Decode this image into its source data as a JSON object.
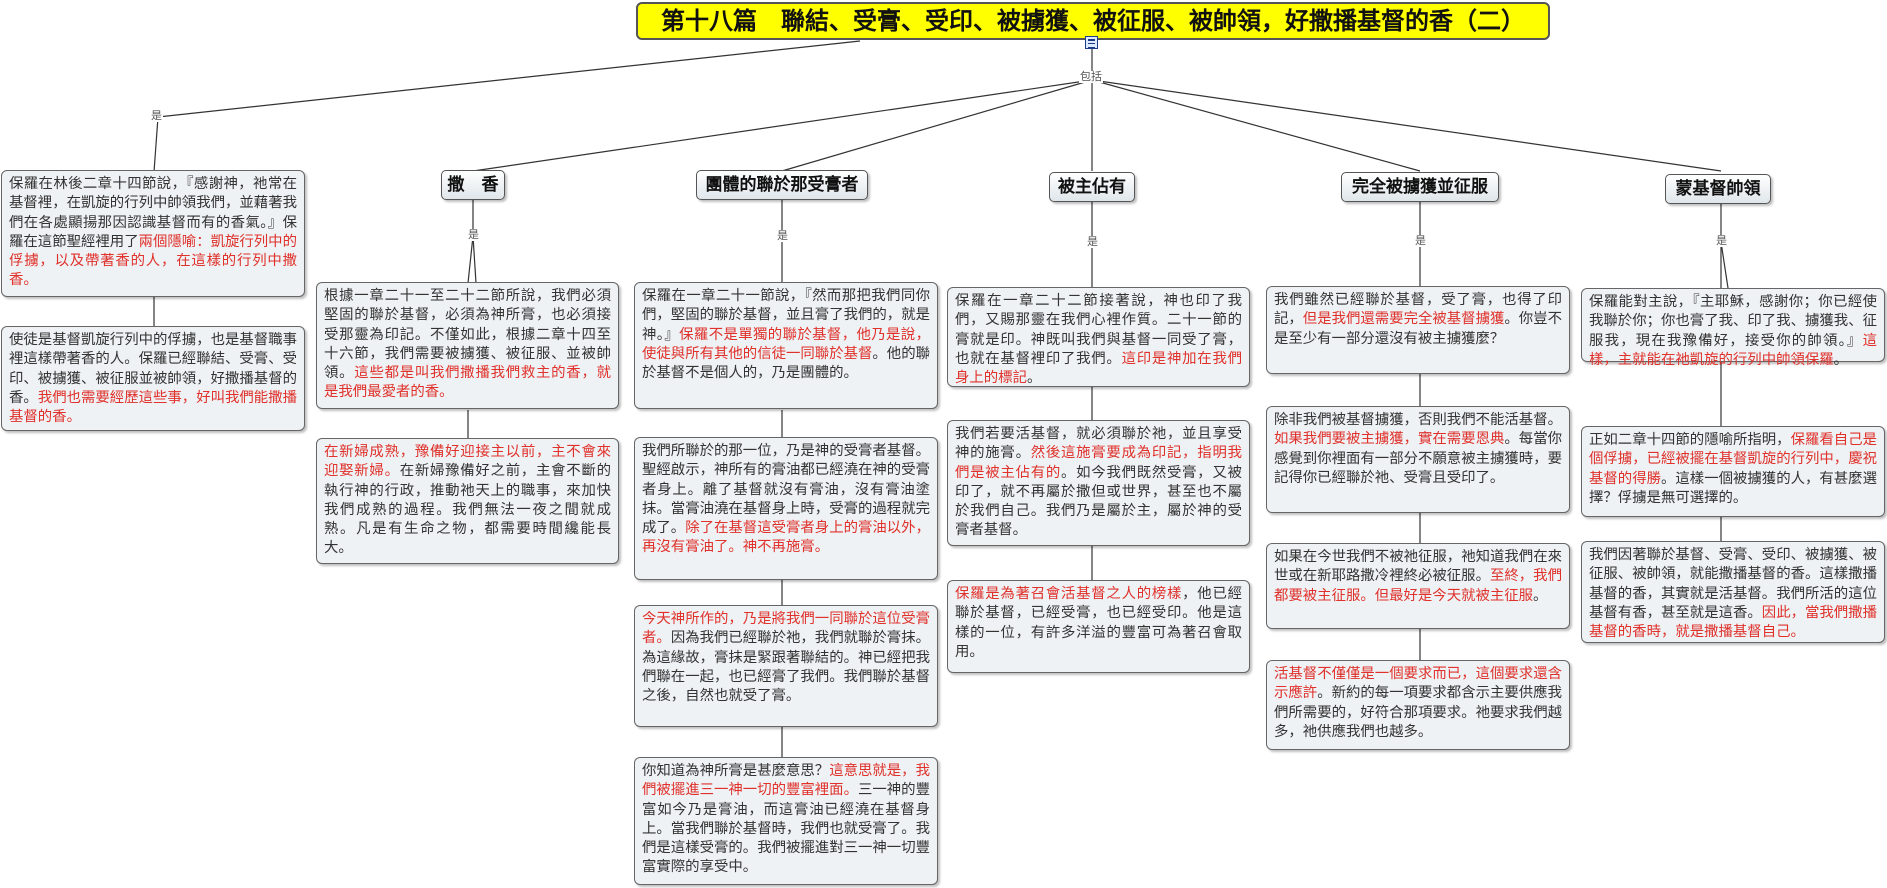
{
  "title": "第十八篇　聯結、受膏、受印、被擄獲、被征服、被帥領，好撒播基督的香（二）",
  "labels": {
    "includes": "包括",
    "is": "是"
  },
  "categories": [
    "撒　香",
    "團體的聯於那受膏者",
    "被主佔有",
    "完全被擄獲並征服",
    "蒙基督帥領"
  ],
  "col0": [
    [
      {
        "t": "保羅在林後二章十四節說，『感謝神，祂常在基督裡，在凱旋的行列中帥領我們，並藉著我們在各處顯揚那因認識基督而有的香氣。』保羅在這節聖經裡用了"
      },
      {
        "t": "兩個隱喻：凱旋行列中的俘擄，以及帶著香的人，在這樣的行列中撒香。",
        "r": true
      }
    ],
    [
      {
        "t": "使徒是基督凱旋行列中的俘擄，也是基督職事裡這樣帶著香的人。保羅已經聯結、受膏、受印、被擄獲、被征服並被帥領，好撒播基督的香。"
      },
      {
        "t": "我們也需要經歷這些事，好叫我們能撒播基督的香。",
        "r": true
      }
    ]
  ],
  "col1": [
    [
      {
        "t": "根據一章二十一至二十二節所說，我們必須堅固的聯於基督，必須為神所膏，也必須接受那靈為印記。不僅如此，根據二章十四至十六節，我們需要被擄獲、被征服、並被帥領。"
      },
      {
        "t": "這些都是叫我們撒播我們救主的香，就是我們最愛者的香。",
        "r": true
      }
    ],
    [
      {
        "t": "在新婦成熟，豫備好迎接主以前，主不會來迎娶新婦。",
        "r": true
      },
      {
        "t": "在新婦豫備好之前，主會不斷的執行神的行政，推動祂天上的職事，來加快我們成熟的過程。我們無法一夜之間就成熟。凡是有生命之物，都需要時間纔能長大。"
      }
    ]
  ],
  "col2": [
    [
      {
        "t": "保羅在一章二十一節說，『然而那把我們同你們，堅固的聯於基督，並且膏了我們的，就是神。』"
      },
      {
        "t": "保羅不是單獨的聯於基督，他乃是說，使徒與所有其他的信徒一同聯於基督",
        "r": true
      },
      {
        "t": "。他的聯於基督不是個人的，乃是團體的。"
      }
    ],
    [
      {
        "t": "我們所聯於的那一位，乃是神的受膏者基督。聖經啟示，神所有的膏油都已經澆在神的受膏者身上。離了基督就沒有膏油，沒有膏油塗抹。當膏油澆在基督身上時，受膏的過程就完成了。"
      },
      {
        "t": "除了在基督這受膏者身上的膏油以外，再沒有膏油了。神不再施膏。",
        "r": true
      }
    ],
    [
      {
        "t": "今天神所作的，乃是將我們一同聯於這位受膏者。",
        "r": true
      },
      {
        "t": "因為我們已經聯於祂，我們就聯於膏抹。為這緣故，膏抹是緊跟著聯結的。神已經把我們聯在一起，也已經膏了我們。我們聯於基督之後，自然也就受了膏。"
      }
    ],
    [
      {
        "t": "你知道為神所膏是甚麼意思？"
      },
      {
        "t": "這意思就是，我們被擺進三一神一切的豐富裡面。",
        "r": true
      },
      {
        "t": "三一神的豐富如今乃是膏油，而這膏油已經澆在基督身上。當我們聯於基督時，我們也就受膏了。我們是這樣受膏的。我們被擺進對三一神一切豐富實際的享受中。"
      }
    ]
  ],
  "col3": [
    [
      {
        "t": "保羅在一章二十二節接著說，神也印了我們，又賜那靈在我們心裡作質。二十一節的膏就是印。神既叫我們與基督一同受了膏，也就在基督裡印了我們。"
      },
      {
        "t": "這印是神加在我們身上的標記",
        "r": true
      },
      {
        "t": "。"
      }
    ],
    [
      {
        "t": "我們若要活基督，就必須聯於祂，並且享受神的施膏。"
      },
      {
        "t": "然後這施膏要成為印記，指明我們是被主佔有的",
        "r": true
      },
      {
        "t": "。如今我們既然受膏，又被印了，就不再屬於撒但或世界，甚至也不屬於我們自己。我們乃是屬於主，屬於神的受膏者基督。"
      }
    ],
    [
      {
        "t": "保羅是為著召會活基督之人的榜樣",
        "r": true
      },
      {
        "t": "，他已經聯於基督，已經受膏，也已經受印。他是這樣的一位，有許多洋溢的豐富可為著召會取用。"
      }
    ]
  ],
  "col4": [
    [
      {
        "t": "我們雖然已經聯於基督，受了膏，也得了印記，"
      },
      {
        "t": "但是我們還需要完全被基督擄獲",
        "r": true
      },
      {
        "t": "。你豈不是至少有一部分還沒有被主擄獲麼？"
      }
    ],
    [
      {
        "t": "除非我們被基督擄獲，否則我們不能活基督。"
      },
      {
        "t": "如果我們要被主擄獲，實在需要恩典",
        "r": true
      },
      {
        "t": "。每當你感覺到你裡面有一部分不願意被主擄獲時，要記得你已經聯於祂、受膏且受印了。"
      }
    ],
    [
      {
        "t": "如果在今世我們不被祂征服，祂知道我們在來世或在新耶路撒冷裡終必被征服。"
      },
      {
        "t": "至終，我們都要被主征服。但最好是今天就被主征服",
        "r": true
      },
      {
        "t": "。"
      }
    ],
    [
      {
        "t": "活基督不僅僅是一個要求而已，這個要求還含示應許",
        "r": true
      },
      {
        "t": "。新約的每一項要求都含示主要供應我們所需要的，好符合那項要求。祂要求我們越多，祂供應我們也越多。"
      }
    ]
  ],
  "col5": [
    [
      {
        "t": "保羅能對主說，『主耶穌，感謝你；你已經使我聯於你；你也膏了我、印了我、擄獲我、征服我，現在我豫備好，接受你的帥領。』"
      },
      {
        "t": "這樣，主就能在祂凱旋的行列中帥領保羅",
        "r": true
      },
      {
        "t": "。"
      }
    ],
    [
      {
        "t": "正如二章十四節的隱喻所指明，"
      },
      {
        "t": "保羅看自己是個俘擄，已經被擺在基督凱旋的行列中，慶祝基督的得勝",
        "r": true
      },
      {
        "t": "。這樣一個被擄獲的人，有甚麼選擇？俘擄是無可選擇的。"
      }
    ],
    [
      {
        "t": "我們因著聯於基督、受膏、受印、被擄獲、被征服、被帥領，就能撒播基督的香。這樣撒播基督的香，其實就是活基督。我們所活的這位基督有香，甚至就是這香。"
      },
      {
        "t": "因此，當我們撒播基督的香時，就是撒播基督自己。",
        "r": true
      }
    ]
  ]
}
